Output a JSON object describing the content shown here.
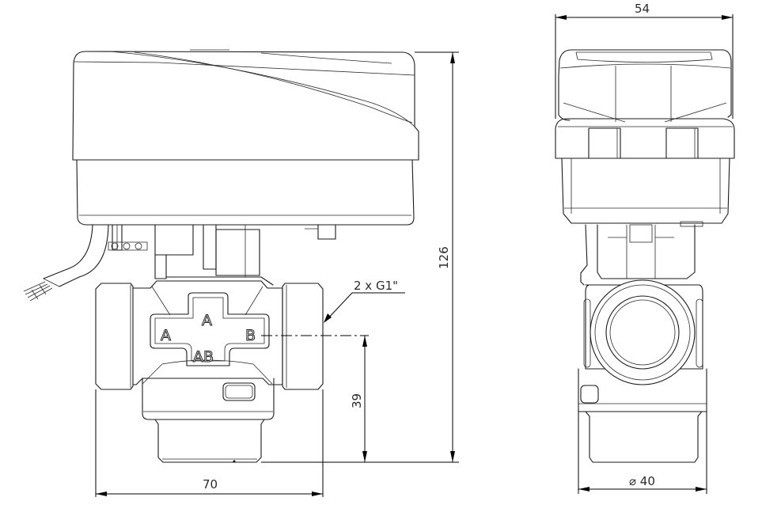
{
  "drawing": {
    "title": "3-way motorized valve dimension drawing",
    "views": [
      "side-view",
      "front-view"
    ],
    "line_color": "#1a1a1a",
    "background": "#ffffff"
  },
  "dimensions": {
    "overall_height": "126",
    "body_width": "70",
    "port_axis_height": "39",
    "actuator_width": "54",
    "body_diameter": "⌀ 40",
    "thread_callout": "2 x G1\""
  },
  "port_markings": {
    "left": "A",
    "top": "A",
    "right": "B",
    "bottom": "AB"
  }
}
